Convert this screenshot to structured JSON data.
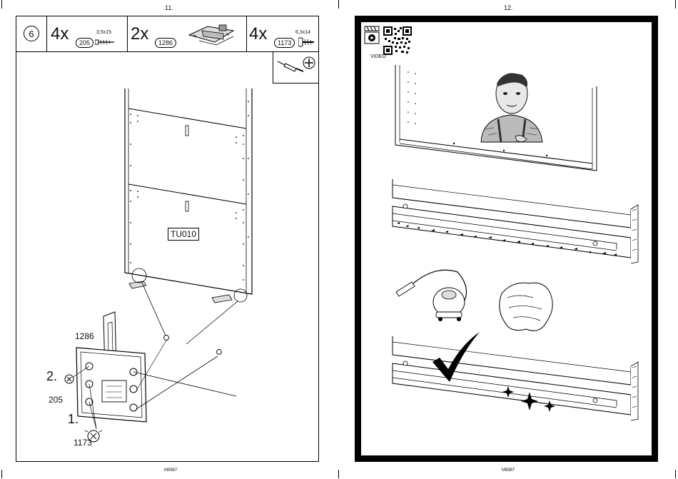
{
  "left_page": {
    "page_number": "11.",
    "step_number": "6",
    "parts": [
      {
        "qty": "4x",
        "part_id": "205",
        "size": "3,5x15"
      },
      {
        "qty": "2x",
        "part_id": "1286",
        "size": ""
      },
      {
        "qty": "4x",
        "part_id": "1173",
        "size": "6,3x14"
      }
    ],
    "panel_label": "TU010",
    "callouts": {
      "bracket": "1286",
      "order_2": "2.",
      "screw_205": "205",
      "order_1": "1.",
      "screw_1173": "1173"
    },
    "footer_code": "M9987",
    "icons": [
      "screwdriver-icon",
      "phillips-bit-icon",
      "screw-icon",
      "bracket-icon",
      "dowel-icon"
    ]
  },
  "right_page": {
    "page_number": "12.",
    "video_label": "VIDEO",
    "footer_code": "M9987",
    "icons": [
      "video-play-icon",
      "qr-code-icon",
      "vacuum-cleaner-icon",
      "cleaning-cloth-icon",
      "checkmark-icon",
      "sparkle-icon"
    ]
  }
}
